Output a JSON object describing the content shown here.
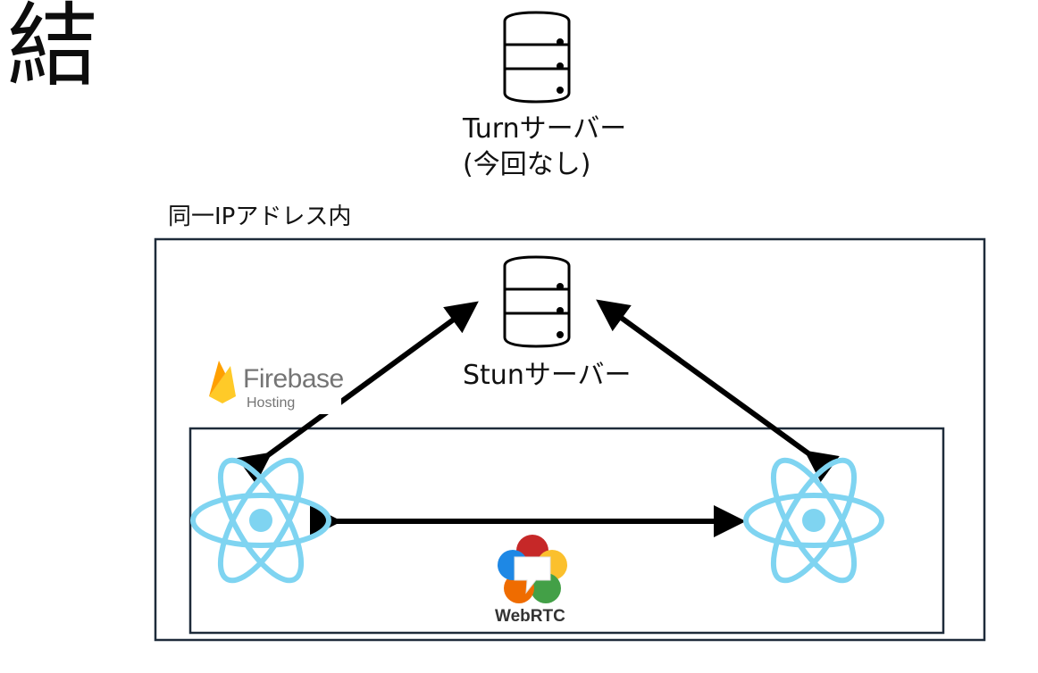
{
  "slide": {
    "title": "結"
  },
  "turn_server": {
    "label": "Turnサーバー",
    "note": "(今回なし)",
    "icon": "server-icon"
  },
  "region": {
    "label": "同一IPアドレス内"
  },
  "stun_server": {
    "label": "Stunサーバー",
    "icon": "server-icon"
  },
  "firebase": {
    "wordmark": "Firebase",
    "subtitle": "Hosting",
    "icon": "firebase-flame-icon"
  },
  "webrtc": {
    "wordmark": "WebRTC",
    "icon": "webrtc-logo-icon"
  },
  "clients": [
    {
      "icon": "react-atom-icon"
    },
    {
      "icon": "react-atom-icon"
    }
  ],
  "colors": {
    "react": "#7fd4f1",
    "frame": "#1e2b3a",
    "arrow": "#000000",
    "firebase_gray": "#757575",
    "firebase_yellow": "#ffca28",
    "firebase_orange": "#f57c00",
    "webrtc_red": "#c62828",
    "webrtc_yellow": "#fbc02d",
    "webrtc_green": "#43a047",
    "webrtc_orange": "#ef6c00",
    "webrtc_blue": "#1e88e5"
  }
}
